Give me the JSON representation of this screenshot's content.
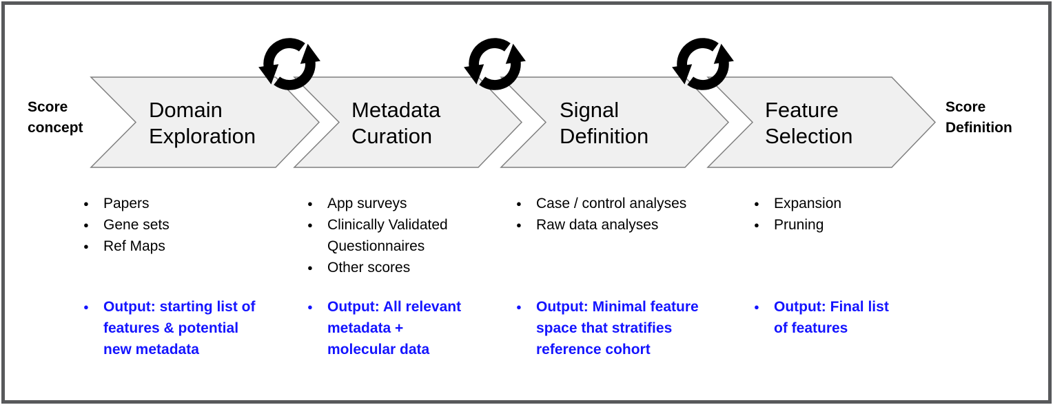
{
  "diagram": {
    "input_label": "Score\nconcept",
    "output_label": "Score\nDefinition",
    "stages": [
      {
        "title": "Domain\nExploration",
        "items": [
          "Papers",
          "Gene sets",
          "Ref Maps"
        ],
        "output": "Output: starting list of\nfeatures & potential\nnew metadata"
      },
      {
        "title": "Metadata\nCuration",
        "items": [
          "App surveys",
          "Clinically Validated\nQuestionnaires",
          "Other scores"
        ],
        "output": "Output: All relevant\nmetadata +\nmolecular data"
      },
      {
        "title": "Signal\nDefinition",
        "items": [
          "Case / control analyses",
          "Raw data analyses"
        ],
        "output": "Output: Minimal feature\nspace that stratifies\nreference cohort"
      },
      {
        "title": "Feature\nSelection",
        "items": [
          "Expansion",
          "Pruning"
        ],
        "output": "Output: Final list\nof features"
      }
    ],
    "cycle_icons_count": 3,
    "colors": {
      "output_text": "#1414ff",
      "arrow_fill": "#f0f0f0",
      "arrow_stroke": "#7f7f7f",
      "frame_border": "#58595b",
      "icon": "#000000",
      "text": "#000000"
    }
  }
}
